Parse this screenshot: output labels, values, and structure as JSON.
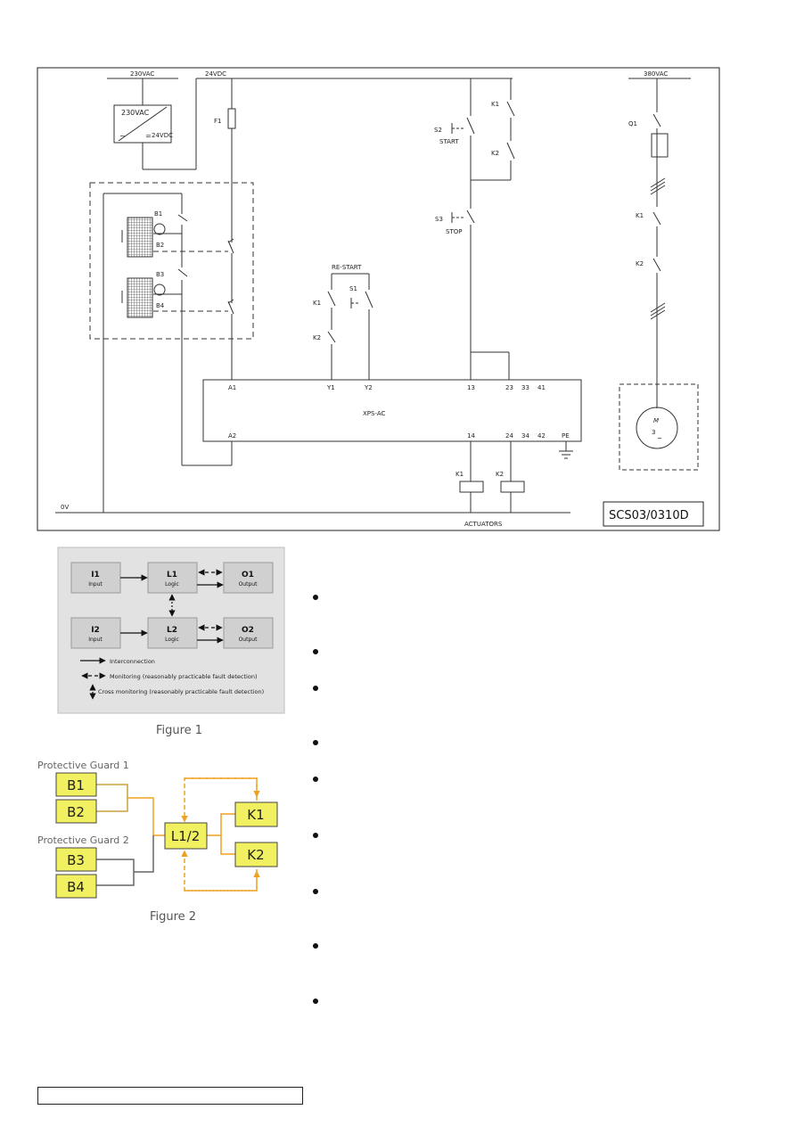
{
  "schematic": {
    "labels": {
      "v230_top": "230VAC",
      "v24": "24VDC",
      "v380": "380VAC",
      "psu_in": "230VAC",
      "psu_out": "24VDC",
      "ac_symbol": "~",
      "dc_symbol": "=",
      "f1": "F1",
      "b1": "B1",
      "b2": "B2",
      "b3": "B3",
      "b4": "B4",
      "restart": "RE-START",
      "s1": "S1",
      "k1_a": "K1",
      "k2_a": "K2",
      "s2": "S2",
      "start": "START",
      "s3": "S3",
      "stop": "STOP",
      "k1_b": "K1",
      "k2_b": "K2",
      "q1": "Q1",
      "k1_c": "K1",
      "k2_c": "K2",
      "t_a1": "A1",
      "t_y1": "Y1",
      "t_y2": "Y2",
      "t_13": "13",
      "t_23": "23",
      "t_33": "33",
      "t_41": "41",
      "module": "XPS-AC",
      "t_a2": "A2",
      "t_14": "14",
      "t_24": "24",
      "t_34": "34",
      "t_42": "42",
      "t_pe": "PE",
      "coil_k1": "K1",
      "coil_k2": "K2",
      "zero_v": "0V",
      "actuators": "ACTUATORS",
      "motor_m": "M",
      "motor_3": "3",
      "motor_tilde": "~",
      "ref": "SCS03/0310D"
    }
  },
  "figure1": {
    "boxes": {
      "i1_name": "I1",
      "i1_sub": "Input",
      "l1_name": "L1",
      "l1_sub": "Logic",
      "o1_name": "O1",
      "o1_sub": "Output",
      "i2_name": "I2",
      "i2_sub": "Input",
      "l2_name": "L2",
      "l2_sub": "Logic",
      "o2_name": "O2",
      "o2_sub": "Output"
    },
    "legend": {
      "interconnection": "Interconnection",
      "monitoring": "Monitoring (reasonably practicable fault detection)",
      "cross": "Cross monitoring (reasonably practicable fault detection)"
    },
    "caption": "Figure 1"
  },
  "figure2": {
    "guard1": "Protective Guard 1",
    "guard2": "Protective Guard 2",
    "b1": "B1",
    "b2": "B2",
    "b3": "B3",
    "b4": "B4",
    "logic": "L1/2",
    "k1": "K1",
    "k2": "K2",
    "caption": "Figure 2",
    "colors": {
      "box_fill": "#f0f060",
      "orange": "#f0a020"
    }
  }
}
